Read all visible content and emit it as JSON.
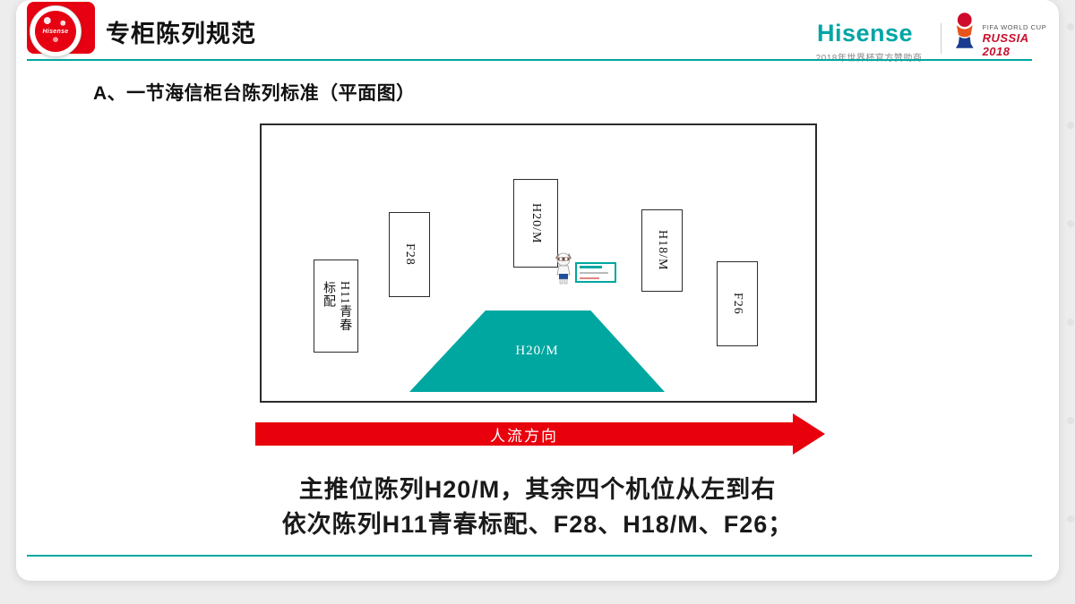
{
  "colors": {
    "brand_red": "#e60012",
    "brand_teal": "#00a7a0",
    "fifa_red": "#c8102e"
  },
  "header": {
    "title": "专柜陈列规范",
    "badge_brand": "Hisense",
    "sponsor_brand": "Hisense",
    "sponsor_tagline": "2018年世界杯官方赞助商",
    "fifa_line1": "FIFA WORLD CUP",
    "fifa_line2": "RUSSIA 2018"
  },
  "section_heading": "A、一节海信柜台陈列标准（平面图）",
  "diagram": {
    "display_boxes": [
      {
        "id": "h11",
        "label": "H11青春\n标配"
      },
      {
        "id": "f28",
        "label": "F28"
      },
      {
        "id": "h20m",
        "label": "H20/M"
      },
      {
        "id": "h18m",
        "label": "H18/M"
      },
      {
        "id": "f26",
        "label": "F26"
      }
    ],
    "podium_label": "H20/M"
  },
  "flow_label": "人流方向",
  "caption": {
    "line1": "主推位陈列H20/M，其余四个机位从左到右",
    "line2": "依次陈列H11青春标配、F28、H18/M、F26；"
  }
}
